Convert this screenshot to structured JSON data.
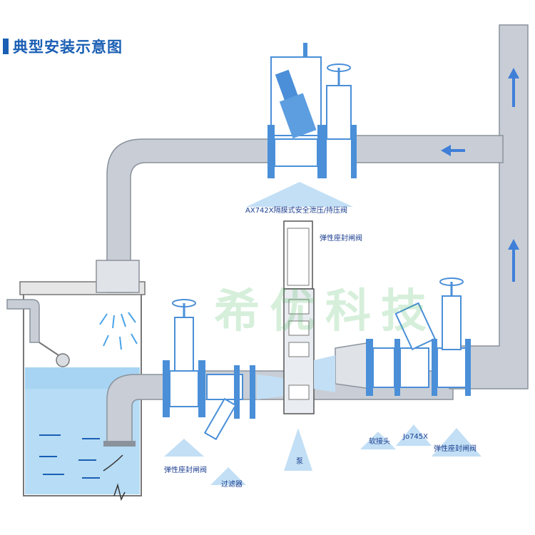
{
  "title": "典型安装示意图",
  "labels": {
    "safety_valve": "AX742X隔膜式安全泄压/持压阀",
    "gate_valve_top": "弹性座封闸阀",
    "gate_valve_left": "弹性座封闸阀",
    "strainer": "过滤器",
    "pump": "泵",
    "soft_joint": "软接头",
    "check_valve": "Jo745X",
    "gate_valve_right": "弹性座封闸阀"
  },
  "watermark": "希优科技",
  "colors": {
    "pipe": "#c9ced6",
    "pipe_edge": "#8a929c",
    "valve": "#4a8fd8",
    "water": "#a9d3f0",
    "accent": "#1a5fb4",
    "flow_arrow": "#3f7fd8"
  }
}
